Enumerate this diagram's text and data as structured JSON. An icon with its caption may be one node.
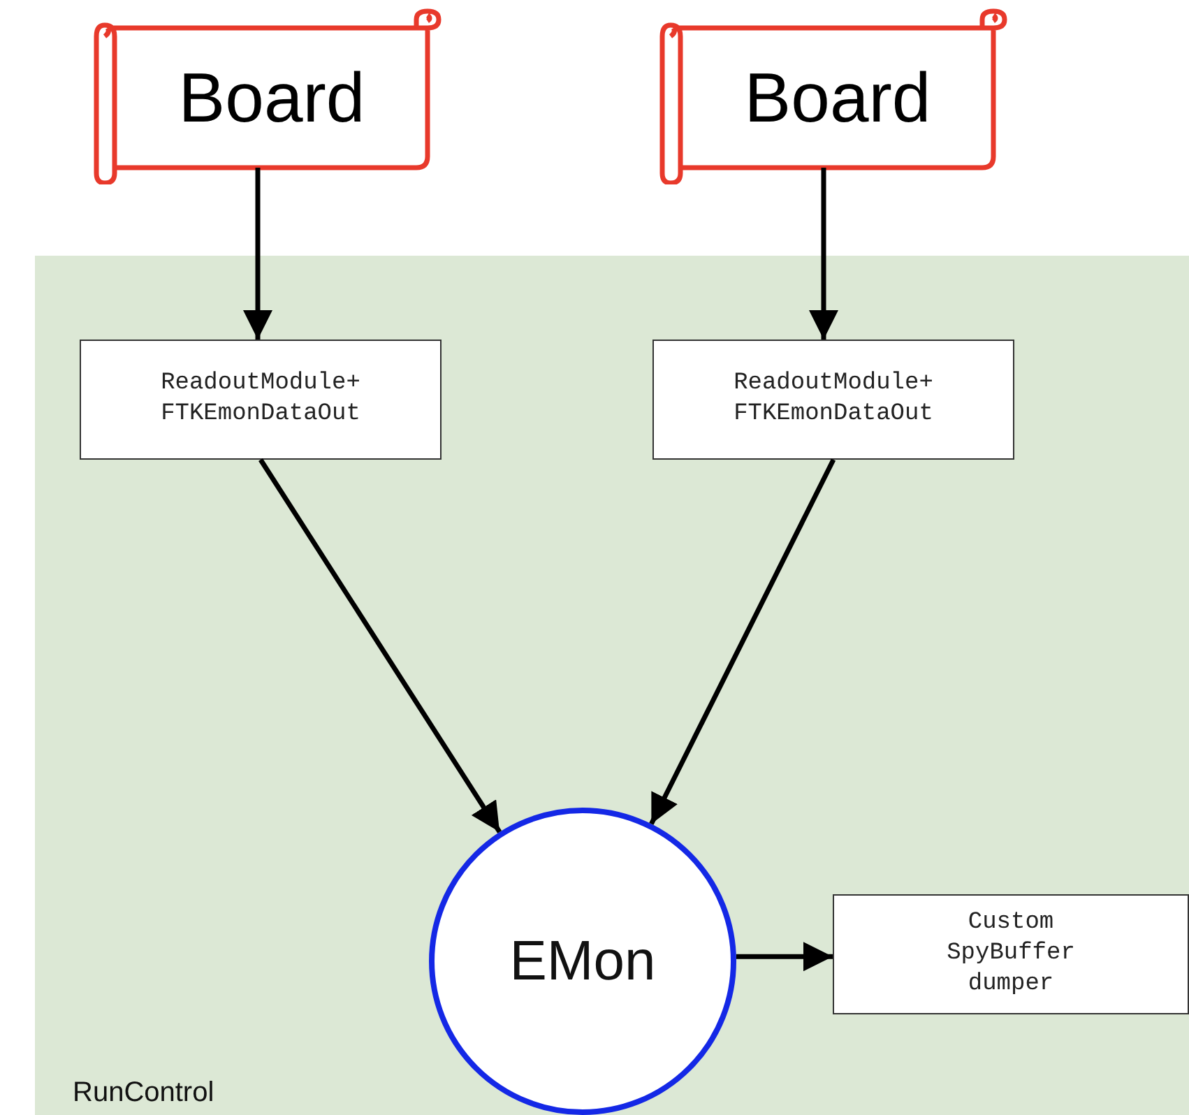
{
  "diagram": {
    "nodes": [
      {
        "text": [
          "Board"
        ]
      },
      {
        "text": [
          "Board"
        ]
      },
      {
        "text": [
          "RunControl"
        ]
      },
      {
        "text": [
          "ReadoutModule+ FTKEmonDataOut"
        ],
        "in": 2
      },
      {
        "text": [
          "ReadoutModule+ FTKEmonDataOut"
        ],
        "in": 2
      },
      {
        "text": [
          "EMon"
        ],
        "in": 2
      },
      {
        "text": [
          "Custom SpyBuffer dumper"
        ],
        "in": 2
      }
    ],
    "edges": [
      {
        "from": 0,
        "to": 3,
        "arrow": "to"
      },
      {
        "from": 1,
        "to": 4,
        "arrow": "to"
      },
      {
        "from": 3,
        "to": 5,
        "arrow": "to"
      },
      {
        "from": 4,
        "to": 5,
        "arrow": "to"
      },
      {
        "from": 5,
        "to": 6,
        "arrow": "to"
      }
    ]
  }
}
